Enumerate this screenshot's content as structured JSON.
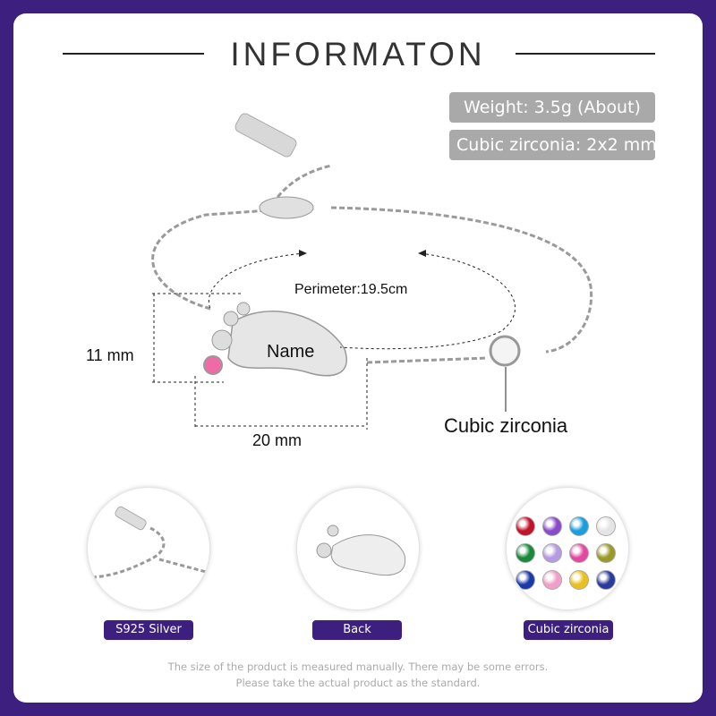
{
  "header": {
    "title": "INFORMATON"
  },
  "specs": [
    {
      "text": "Weight:  3.5g (About)"
    },
    {
      "text": "Cubic zirconia:  2x2 mm"
    }
  ],
  "diagram": {
    "perimeter": "Perimeter:19.5cm",
    "height": "11 mm",
    "width": "20 mm",
    "engraving": "Name",
    "stone_label": "Cubic zirconia",
    "pink_stone_color": "#f06aa8"
  },
  "thumbnails": [
    {
      "label": "S925  Silver"
    },
    {
      "label": "Back"
    },
    {
      "label": "Cubic zirconia"
    }
  ],
  "gem_colors": [
    "#c0142a",
    "#8a4bc8",
    "#1a9ee0",
    "#e4e4e4",
    "#1a8a3a",
    "#b59be0",
    "#e24aa0",
    "#9a9a2a",
    "#1a3aa8",
    "#f0a0c8",
    "#e8c020",
    "#2a3a9a"
  ],
  "footer": {
    "line1": "The size of the product is measured manually. There may be some errors.",
    "line2": "Please take the actual product as the standard."
  },
  "colors": {
    "frame": "#3c1f7e",
    "spec_bg": "#a9a9a9"
  }
}
